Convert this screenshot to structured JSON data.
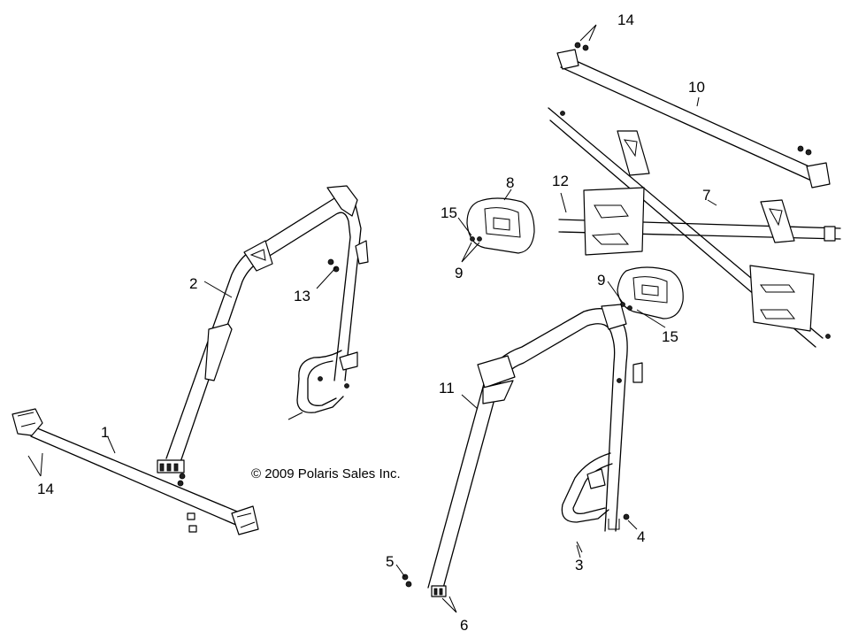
{
  "copyright": "© 2009 Polaris Sales Inc.",
  "callouts": {
    "c1": "1",
    "c2": "2",
    "c3": "3",
    "c4": "4",
    "c5": "5",
    "c6": "6",
    "c7": "7",
    "c8": "8",
    "c9a": "9",
    "c9b": "9",
    "c10": "10",
    "c11": "11",
    "c12": "12",
    "c13": "13",
    "c14a": "14",
    "c14b": "14",
    "c15a": "15",
    "c15b": "15"
  }
}
